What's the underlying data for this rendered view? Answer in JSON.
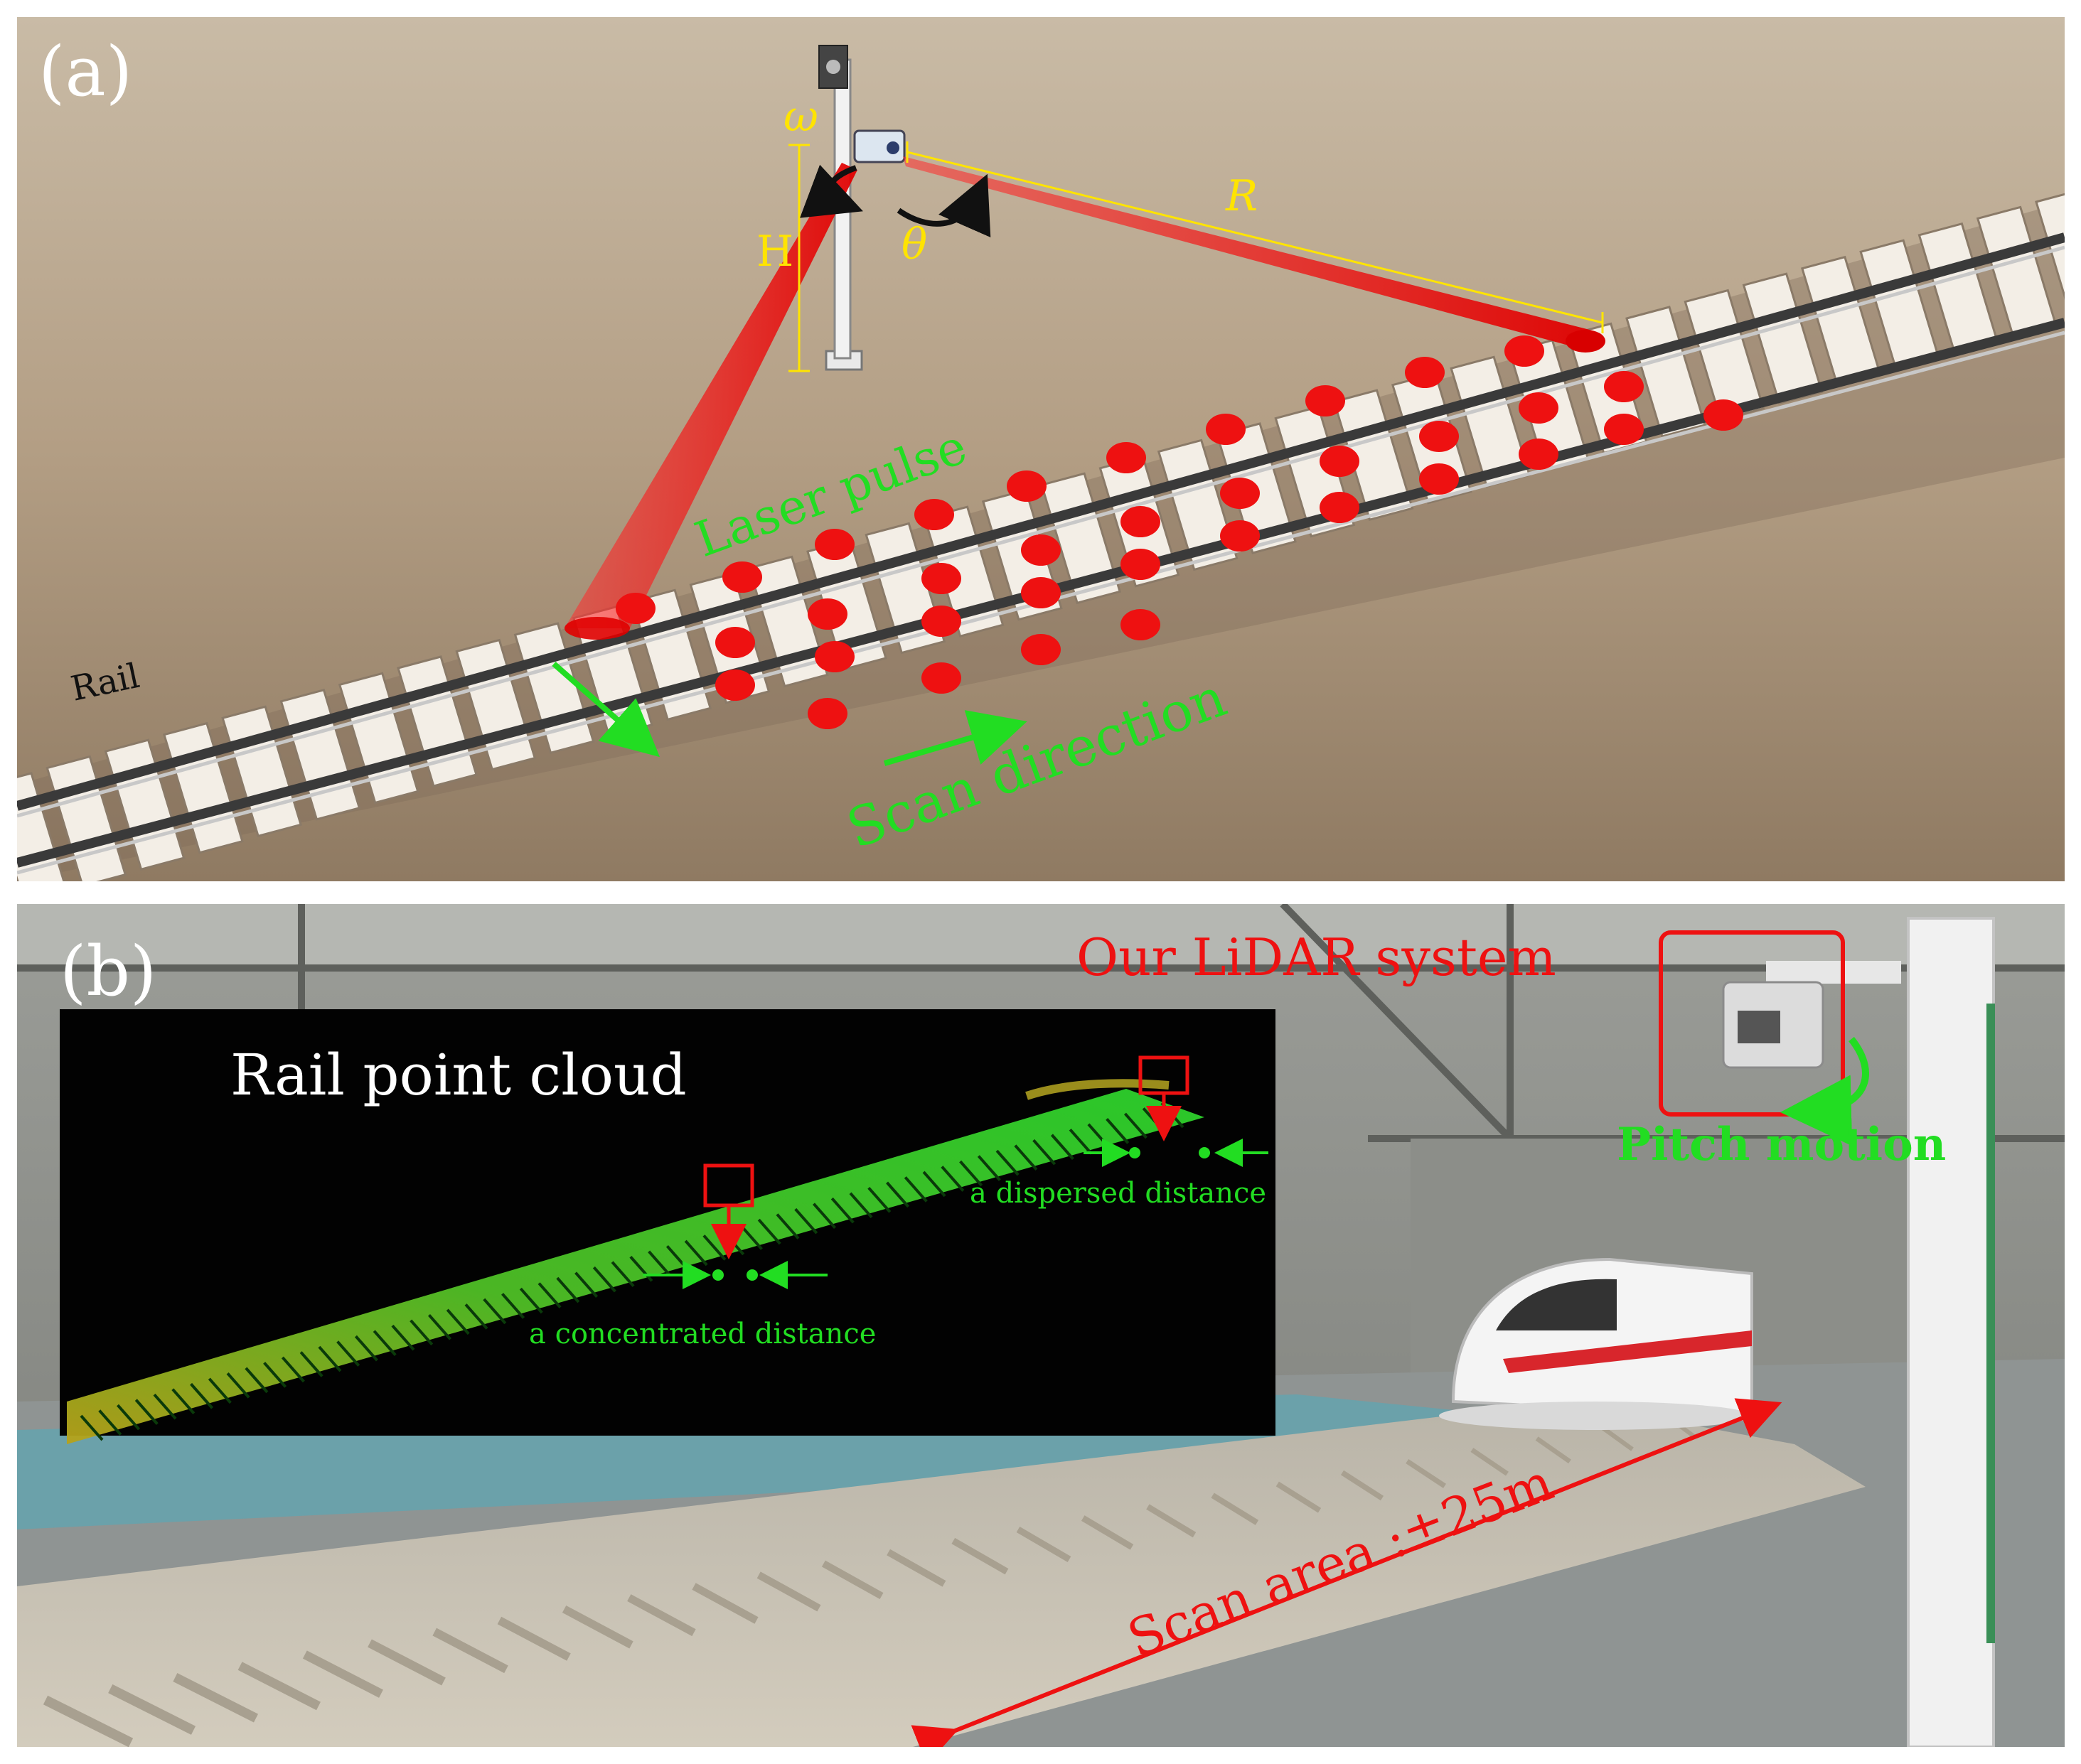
{
  "panel_a": {
    "label": "(a)",
    "symbols": {
      "omega": "ω",
      "height": "H",
      "theta": "θ",
      "range": "R"
    },
    "rail_label": "Rail",
    "laser_pulse_label": "Laser pulse",
    "scan_direction_label": "Scan direction"
  },
  "panel_b": {
    "label": "(b)",
    "point_cloud_title": "Rail point cloud",
    "concentrated_label": "a concentrated distance",
    "dispersed_label": "a dispersed distance",
    "system_label": "Our LiDAR  system",
    "pitch_label": "Pitch motion",
    "scan_area_label": "Scan area :±25m"
  },
  "colors": {
    "laser_red": "#e8141e",
    "annotation_green": "#22dd22",
    "annotation_yellow": "#ffe400",
    "annotation_red": "#ee1111",
    "background_tan": "#b7a38a"
  }
}
